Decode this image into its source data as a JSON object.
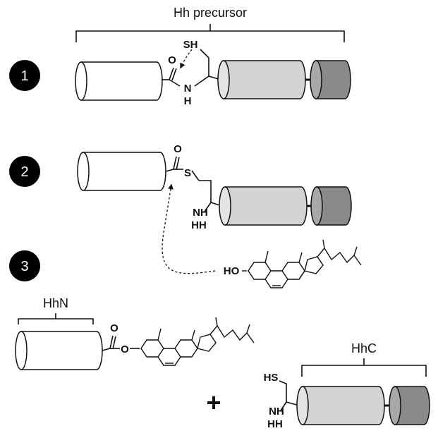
{
  "labels": {
    "precursor": "Hh precursor",
    "hhn": "HhN",
    "hhc": "HhC",
    "plus": "+"
  },
  "steps": [
    "1",
    "2",
    "3"
  ],
  "atoms": {
    "sh": "SH",
    "o": "O",
    "n": "N",
    "h": "H",
    "s": "S",
    "nh": "NH",
    "hh": "HH",
    "ho": "HO",
    "hs": "HS"
  },
  "colors": {
    "white_domain": "#ffffff",
    "light_domain": "#d4d4d4",
    "dark_domain": "#8a8a8a",
    "step_circle": "#000000"
  }
}
